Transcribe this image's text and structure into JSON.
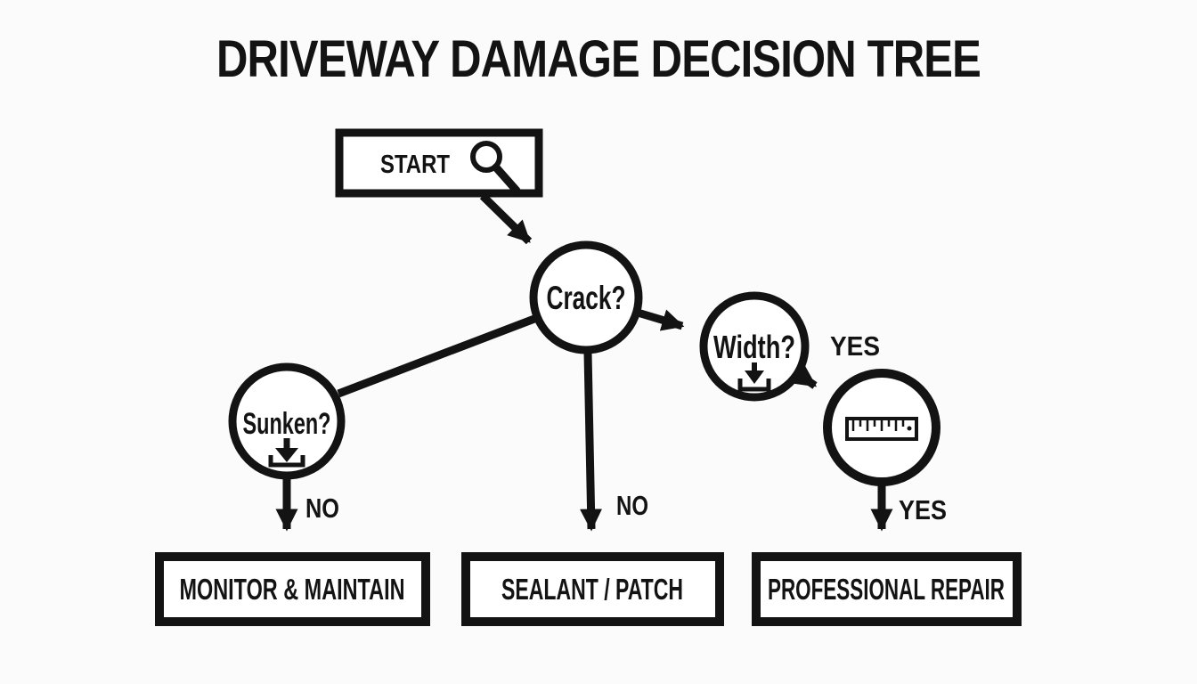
{
  "title": "DRIVEWAY DAMAGE DECISION TREE",
  "colors": {
    "background": "#fbfbfb",
    "ink": "#131313",
    "node_fill": "#ffffff"
  },
  "nodes": {
    "start": {
      "label": "START",
      "icon": "magnifier-icon"
    },
    "crack": {
      "label": "Crack?"
    },
    "sunken": {
      "label": "Sunken?",
      "icon": "download-icon"
    },
    "width": {
      "label": "Width?",
      "icon": "download-icon"
    },
    "measure": {
      "icon": "ruler-icon"
    }
  },
  "edge_labels": {
    "crack_no": "NO",
    "sunken_no": "NO",
    "width_yes": "YES",
    "measure_yes": "YES"
  },
  "outcomes": {
    "monitor": "MONITOR & MAINTAIN",
    "sealant": "SEALANT / PATCH",
    "professional": "PROFESSIONAL REPAIR"
  }
}
